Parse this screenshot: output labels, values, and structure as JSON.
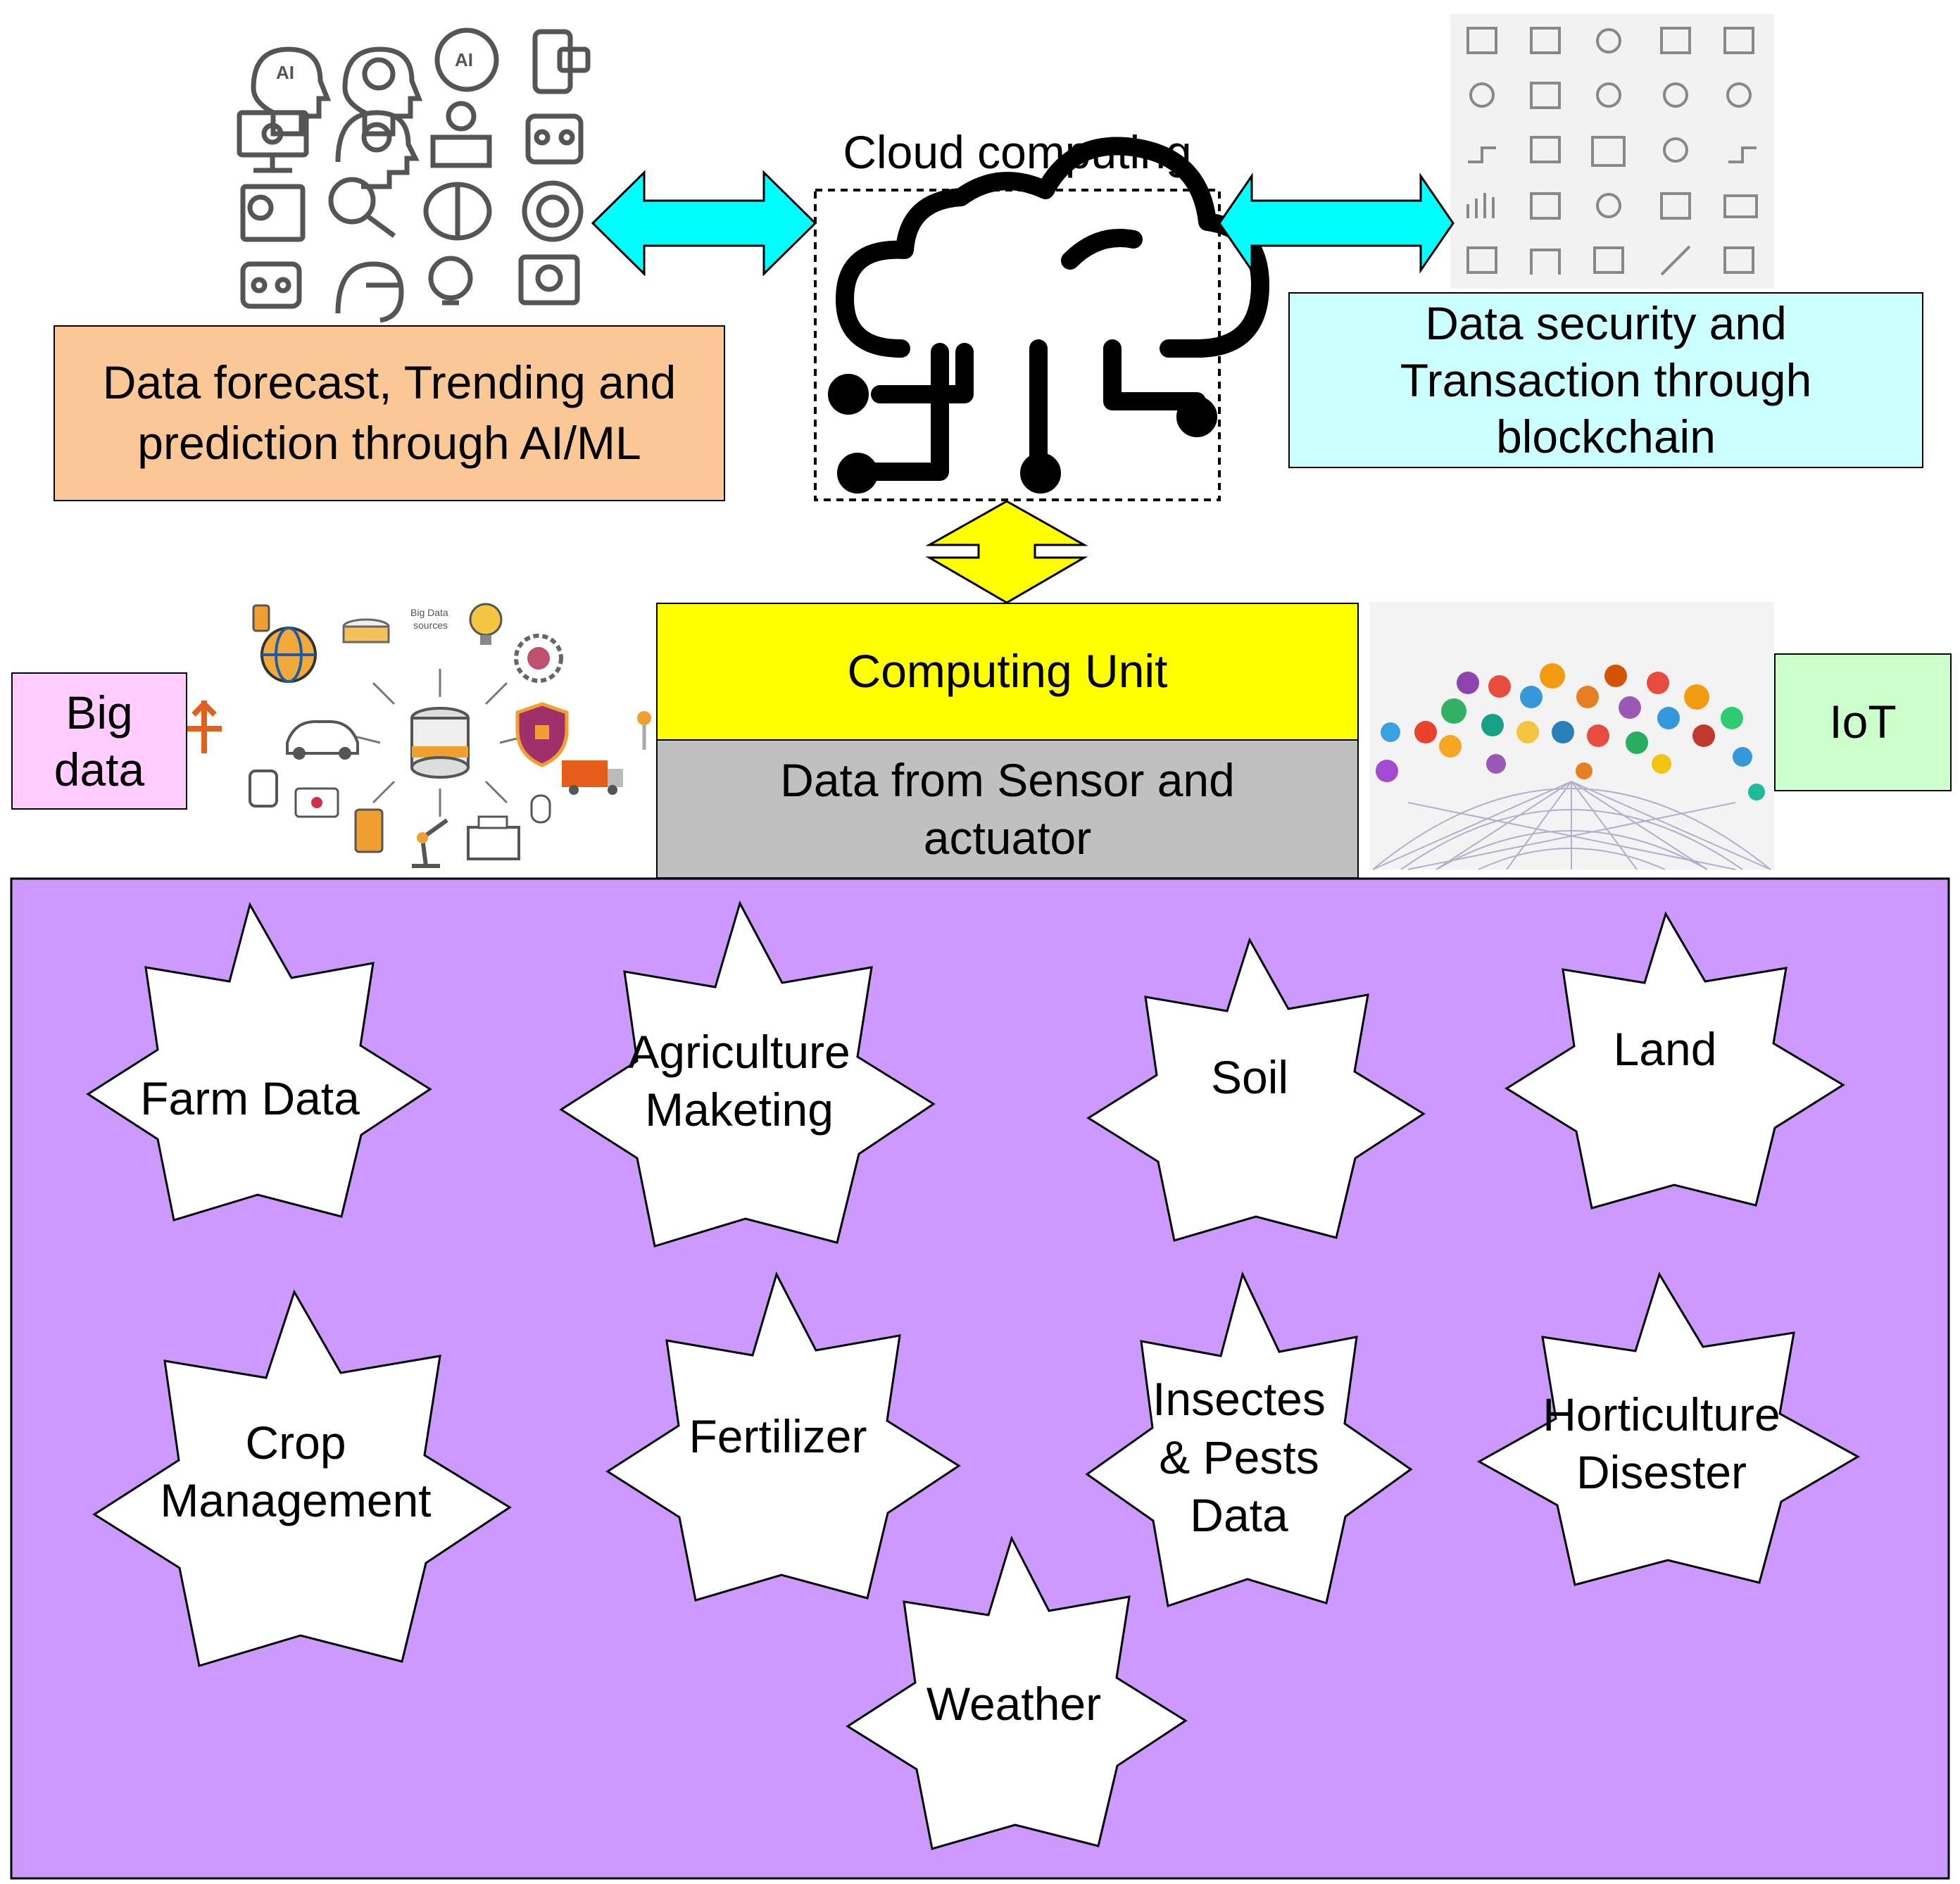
{
  "cloud": {
    "title": "Cloud computing"
  },
  "ai_box": {
    "lines": [
      "Data forecast, Trending and",
      "prediction through AI/ML"
    ]
  },
  "blockchain_box": {
    "lines": [
      "Data security and",
      "Transaction through",
      "blockchain"
    ]
  },
  "big_data_box": {
    "lines": [
      "Big",
      "data"
    ]
  },
  "iot_box": {
    "label": "IoT"
  },
  "computing_unit": {
    "label": "Computing Unit"
  },
  "sensor_box": {
    "lines": [
      "Data from Sensor and",
      "actuator"
    ]
  },
  "big_data_illustration": {
    "caption_lines": [
      "Big Data",
      "sources"
    ]
  },
  "ai_icon_labels": {
    "ai": "AI"
  },
  "stars": [
    {
      "lines": [
        "Farm Data"
      ]
    },
    {
      "lines": [
        "Agriculture",
        "Maketing"
      ]
    },
    {
      "lines": [
        "Soil"
      ]
    },
    {
      "lines": [
        "Land"
      ]
    },
    {
      "lines": [
        "Crop",
        "Management"
      ]
    },
    {
      "lines": [
        "Fertilizer"
      ]
    },
    {
      "lines": [
        "Insectes",
        "& Pests",
        "Data"
      ]
    },
    {
      "lines": [
        "Horticulture",
        "Disester"
      ]
    },
    {
      "lines": [
        "Weather"
      ]
    }
  ],
  "colors": {
    "ai_box": "#FAC796",
    "blockchain_box": "#CCFFFF",
    "big_data_box": "#FFCCFF",
    "iot_box": "#CCFFCC",
    "computing_unit": "#FFFF00",
    "sensor_box": "#C0C0C0",
    "domain_panel": "#CC99FF",
    "cyan_arrow": "#00FFFF",
    "yellow_arrow": "#FFFF00"
  }
}
